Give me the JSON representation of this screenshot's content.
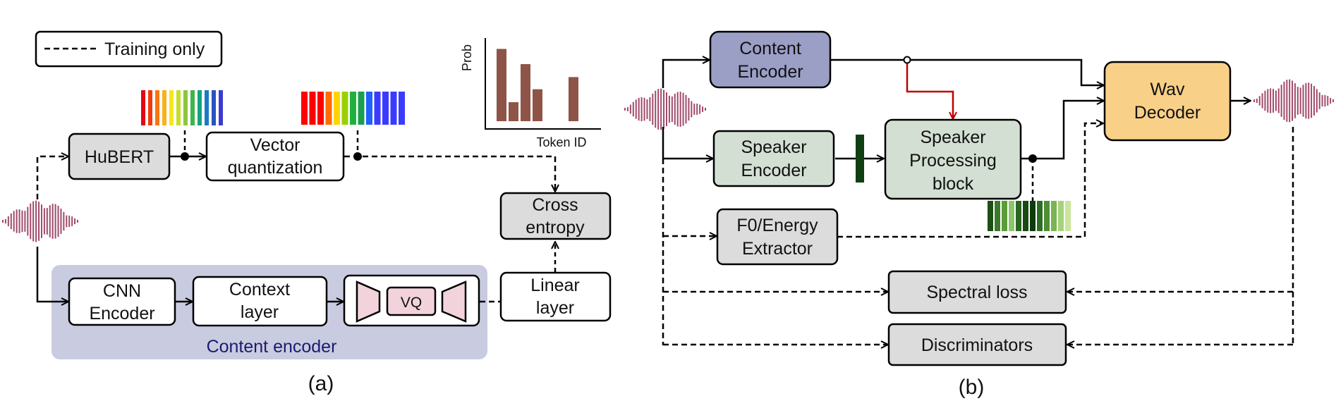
{
  "legend": {
    "label": "Training only"
  },
  "panel_a": {
    "caption": "(a)",
    "hubert": "HuBERT",
    "vq_line1": "Vector",
    "vq_line2": "quantization",
    "cross_line1": "Cross",
    "cross_line2": "entropy",
    "cnn_line1": "CNN",
    "cnn_line2": "Encoder",
    "context_line1": "Context",
    "context_line2": "layer",
    "vq_small": "VQ",
    "linear_line1": "Linear",
    "linear_line2": "layer",
    "group_label": "Content encoder",
    "plot": {
      "ylabel": "Prob",
      "xlabel": "Token ID",
      "bar_heights": [
        0.95,
        0.25,
        0.75,
        0.42,
        0,
        0,
        0.58
      ]
    },
    "colors": {
      "group_bg": "#c9cbe0",
      "group_text": "#1b1b6e",
      "vq_fill": "#f2d3dc",
      "bar": "#8e5448",
      "box": "#dcdcdc"
    }
  },
  "panel_b": {
    "caption": "(b)",
    "content_line1": "Content",
    "content_line2": "Encoder",
    "speaker_enc_line1": "Speaker",
    "speaker_enc_line2": "Encoder",
    "spb_line1": "Speaker",
    "spb_line2": "Processing",
    "spb_line3": "block",
    "f0_line1": "F0/Energy",
    "f0_line2": "Extractor",
    "wav_line1": "Wav",
    "wav_line2": "Decoder",
    "spectral": "Spectral loss",
    "disc": "Discriminators",
    "colors": {
      "content_enc": "#9b9fc6",
      "speaker_boxes": "#d3dfd3",
      "wav_decoder": "#f9d088",
      "loss_boxes": "#dcdcdc",
      "red_arrow": "#c00000",
      "embedding": "#0f3f12"
    }
  }
}
